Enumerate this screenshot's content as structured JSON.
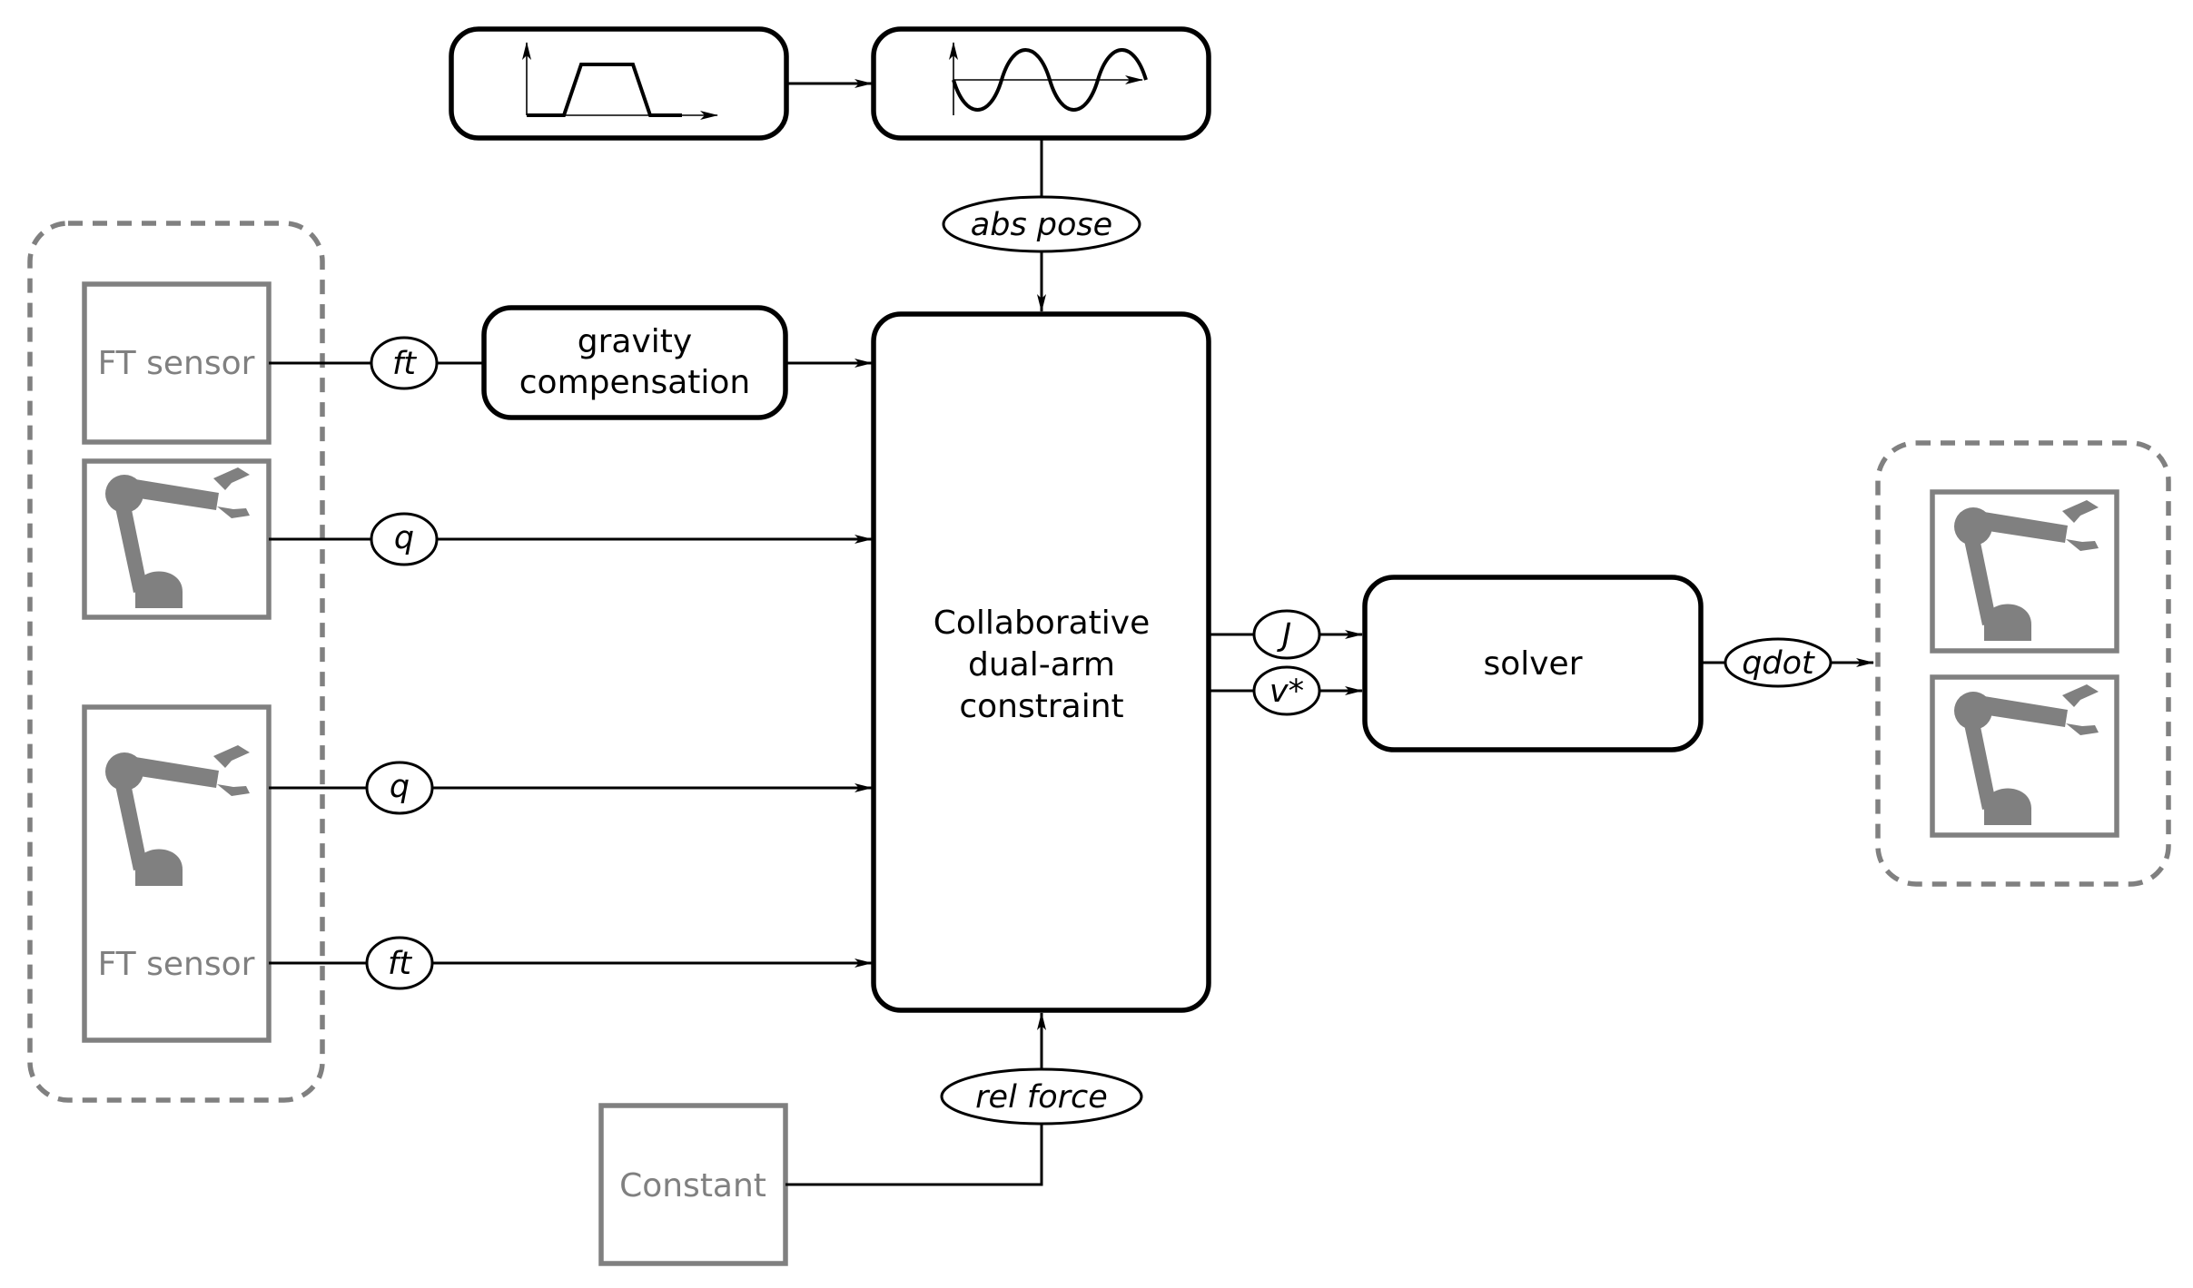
{
  "blocks": {
    "gravity": {
      "lines": [
        "gravity",
        "compensation"
      ]
    },
    "constraint": {
      "lines": [
        "Collaborative",
        "dual-arm",
        "constraint"
      ]
    },
    "solver": {
      "label": "solver"
    },
    "ft_top": {
      "label": "FT sensor"
    },
    "ft_bottom": {
      "label": "FT sensor"
    },
    "constant": {
      "label": "Constant"
    }
  },
  "signals": {
    "abs_pose": "abs pose",
    "rel_force": "rel force",
    "ft_top": "ft",
    "q_top": "q",
    "q_bottom": "q",
    "ft_bottom": "ft",
    "jacobian": "J",
    "vstar": "v*",
    "qdot": "qdot"
  },
  "icons": {
    "trajectory": "trapezoid-profile-icon",
    "sine": "sine-wave-icon",
    "robot": "robot-arm-icon"
  },
  "colors": {
    "line": "#000000",
    "muted": "#808080"
  }
}
